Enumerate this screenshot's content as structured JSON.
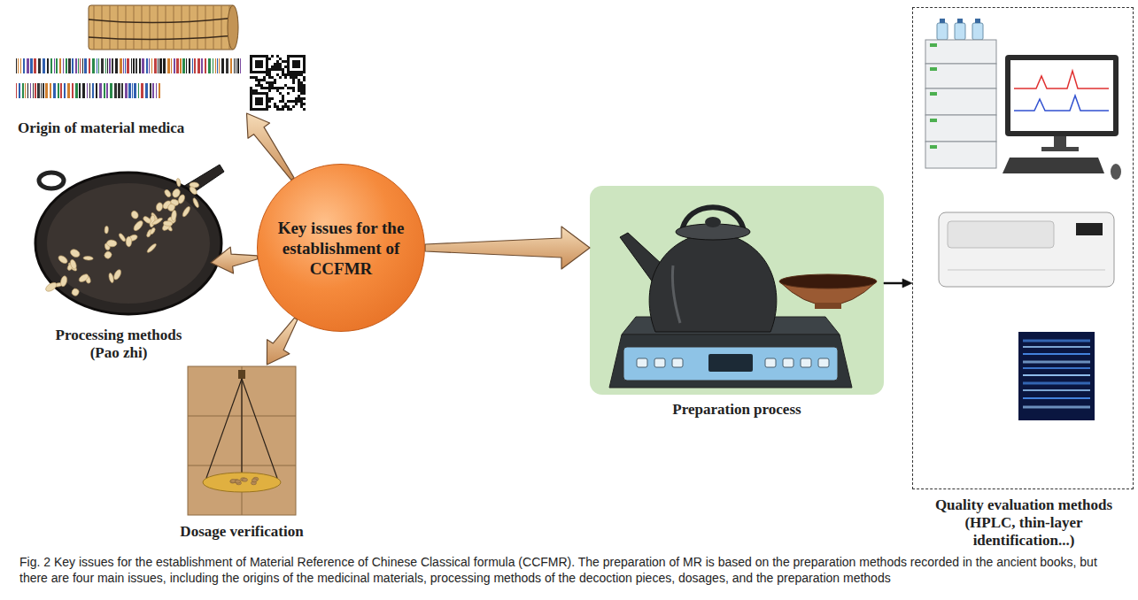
{
  "diagram": {
    "caption": "Fig. 2 Key issues for the establishment of Material Reference of Chinese Classical formula (CCFMR). The preparation of MR is based on the preparation methods recorded in the ancient books, but there are four main issues, including the origins of the medicinal materials, processing methods of the decoction pieces, dosages, and the preparation methods",
    "nodes": [
      {
        "text": [
          "Origin of material medica"
        ]
      },
      {
        "text": [
          "Processing methods (Pao zhi)"
        ]
      },
      {
        "text": [
          "Dosage verification"
        ]
      },
      {
        "text": [
          "Key issues for the establishment of CCFMR"
        ]
      },
      {
        "text": [
          "Preparation process"
        ]
      },
      {
        "text": [
          "Quality evaluation methods (HPLC, thin-layer identification...)"
        ]
      }
    ],
    "edges": [
      {
        "from": 3,
        "to": 0,
        "arrow": "to"
      },
      {
        "from": 3,
        "to": 1,
        "arrow": "to"
      },
      {
        "from": 3,
        "to": 2,
        "arrow": "to"
      },
      {
        "from": 3,
        "to": 4,
        "arrow": "to"
      },
      {
        "from": 4,
        "to": 5,
        "arrow": "to"
      }
    ]
  }
}
